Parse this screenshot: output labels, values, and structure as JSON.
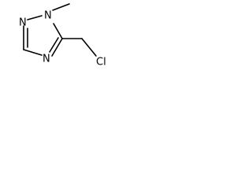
{
  "structure": {
    "atoms": {
      "n1": "N",
      "n2": "N",
      "n4": "N",
      "cl": "Cl"
    }
  }
}
